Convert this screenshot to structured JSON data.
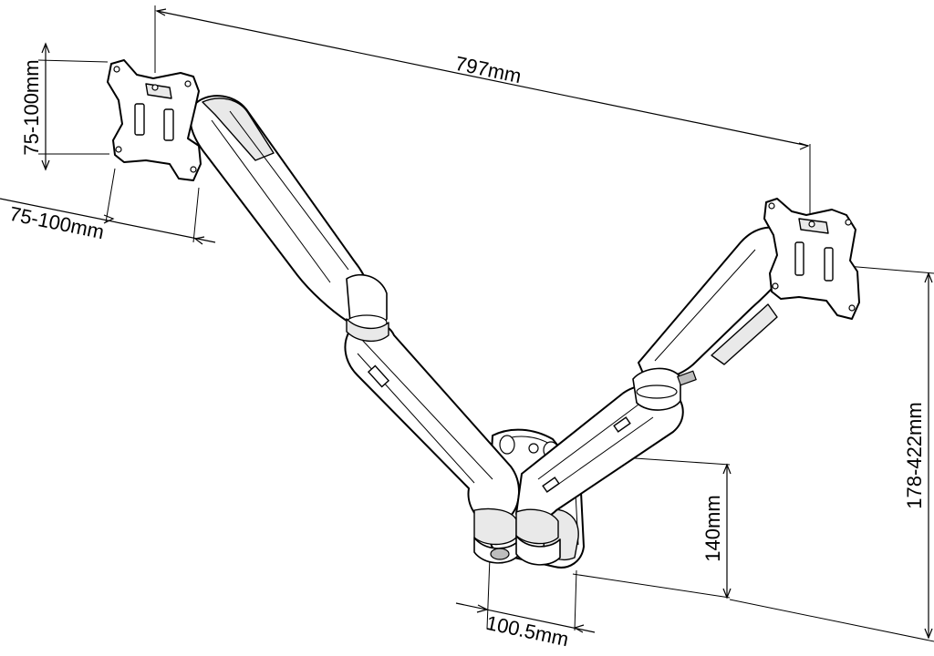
{
  "diagram": {
    "dimensions": {
      "overall_width": "797mm",
      "vesa_vertical": "75-100mm",
      "vesa_horizontal": "75-100mm",
      "height_range": "178-422mm",
      "wall_plate_height": "140mm",
      "wall_plate_depth": "100.5mm"
    }
  }
}
